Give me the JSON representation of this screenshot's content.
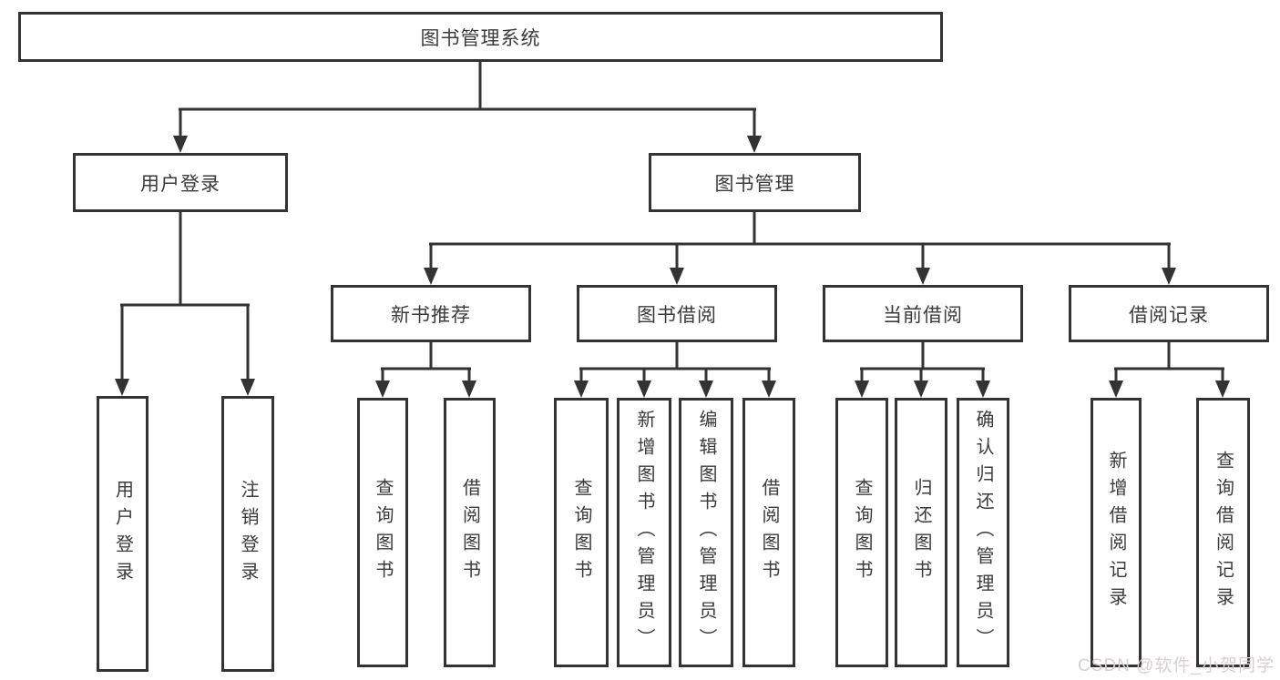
{
  "tree": {
    "label": "图书管理系统",
    "children": [
      {
        "label": "用户登录",
        "children": [
          {
            "label": "用户登录"
          },
          {
            "label": "注销登录"
          }
        ]
      },
      {
        "label": "图书管理",
        "children": [
          {
            "label": "新书推荐",
            "children": [
              {
                "label": "查询图书"
              },
              {
                "label": "借阅图书"
              }
            ]
          },
          {
            "label": "图书借阅",
            "children": [
              {
                "label": "查询图书"
              },
              {
                "label": "新增图书（管理员）"
              },
              {
                "label": "编辑图书（管理员）"
              },
              {
                "label": "借阅图书"
              }
            ]
          },
          {
            "label": "当前借阅",
            "children": [
              {
                "label": "查询图书"
              },
              {
                "label": "归还图书"
              },
              {
                "label": "确认归还（管理员）"
              }
            ]
          },
          {
            "label": "借阅记录",
            "children": [
              {
                "label": "新增借阅记录"
              },
              {
                "label": "查询借阅记录"
              }
            ]
          }
        ]
      }
    ]
  },
  "watermark": "CSDN @软件_小贺同学",
  "colors": {
    "line": "#333333",
    "text": "#3b3b3b",
    "background": "#ffffff",
    "watermark": "#d6d0d0"
  }
}
